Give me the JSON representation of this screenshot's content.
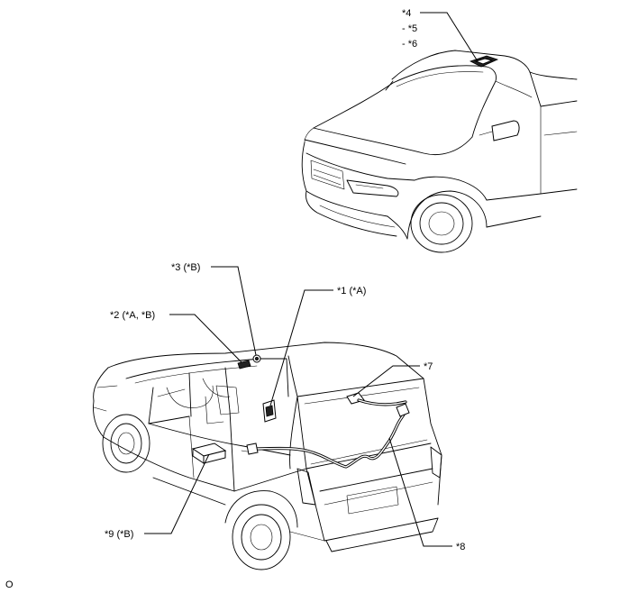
{
  "callouts": {
    "c1": "*1 (*A)",
    "c2": "*2 (*A, *B)",
    "c3": "*3 (*B)",
    "c4": "*4",
    "c5": "- *5",
    "c6": "- *6",
    "c7": "*7",
    "c8": "*8",
    "c9": "*9 (*B)"
  },
  "footer": {
    "code": "O"
  }
}
